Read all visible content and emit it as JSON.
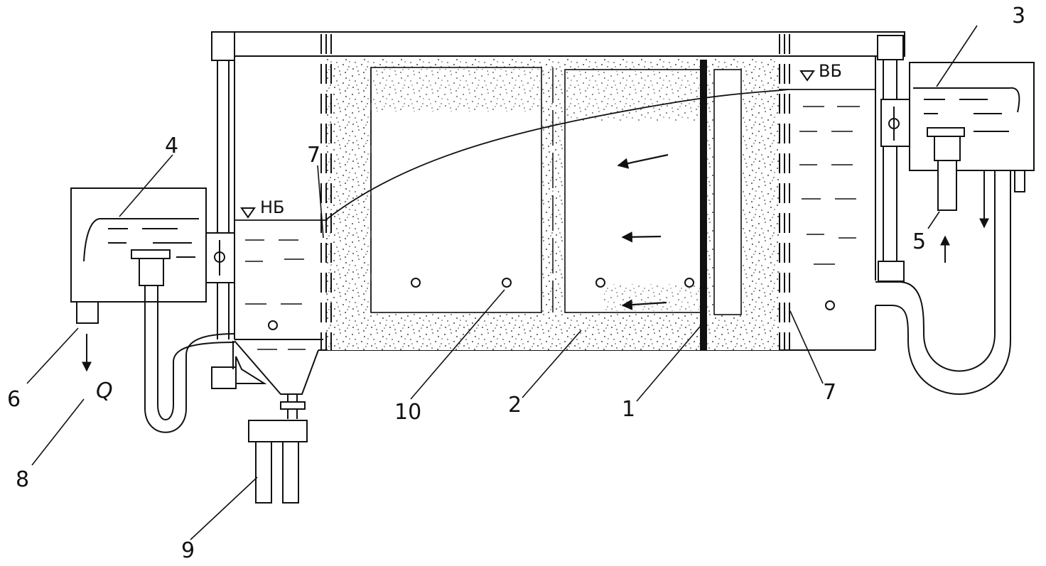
{
  "labels": {
    "n1": "1",
    "n2": "2",
    "n3": "3",
    "n4": "4",
    "n5": "5",
    "n6": "6",
    "n7a": "7",
    "n7b": "7",
    "n8": "8",
    "n9": "9",
    "n10": "10",
    "q": "Q",
    "nb": "НБ",
    "vb": "ВБ"
  }
}
